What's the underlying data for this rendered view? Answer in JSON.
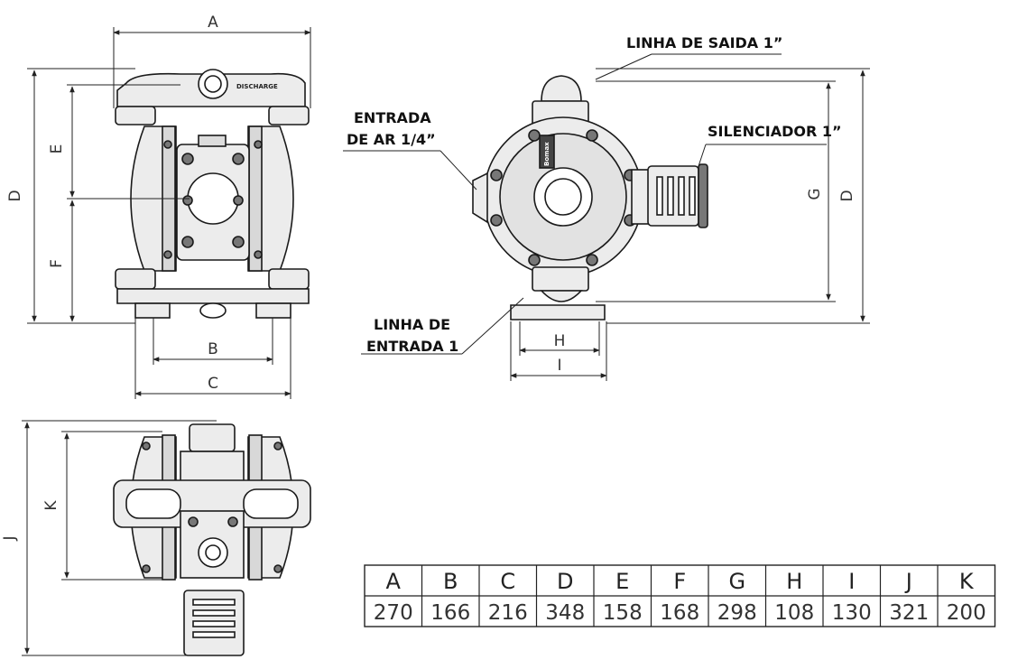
{
  "dimension_letters": {
    "A": "A",
    "B": "B",
    "C": "C",
    "D": "D",
    "E": "E",
    "F": "F",
    "G": "G",
    "H": "H",
    "I": "I",
    "J": "J",
    "K": "K"
  },
  "callouts": {
    "linha_saida": "LINHA DE SAIDA 1”",
    "entrada_ar_1": "ENTRADA",
    "entrada_ar_2": "DE AR 1/4”",
    "silenciador": "SILENCIADOR 1”",
    "linha_entrada_1": "LINHA DE",
    "linha_entrada_2": "ENTRADA 1"
  },
  "part_markings": {
    "top_label": "DISCHARGE",
    "brand": "Bomax"
  },
  "table": {
    "headers": [
      "A",
      "B",
      "C",
      "D",
      "E",
      "F",
      "G",
      "H",
      "I",
      "J",
      "K"
    ],
    "values": [
      "270",
      "166",
      "216",
      "348",
      "158",
      "168",
      "298",
      "108",
      "130",
      "321",
      "200"
    ]
  },
  "colors": {
    "line": "#1a1a1a",
    "pump_fill": "#e9e9e9",
    "dark_fill": "#5a5a5a"
  }
}
